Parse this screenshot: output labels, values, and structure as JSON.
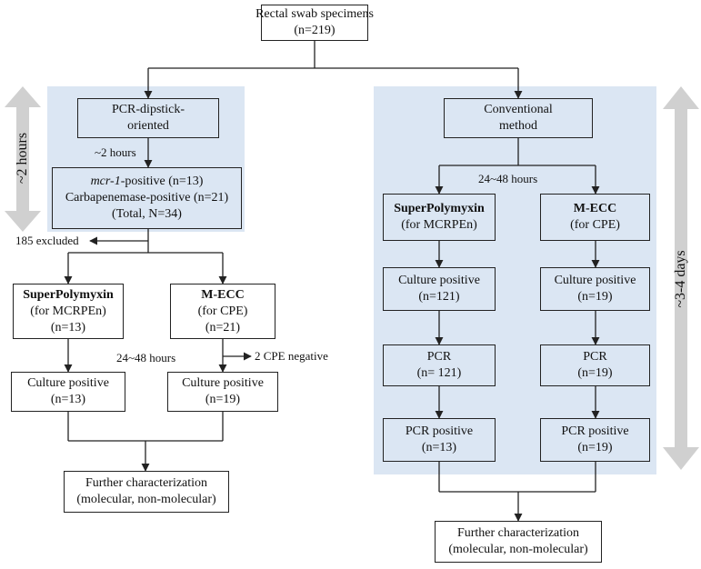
{
  "top": {
    "line1": "Rectal swab specimens",
    "line2": "(n=219)"
  },
  "left": {
    "time_side": "~2 hours",
    "pcr_dipstick": {
      "line1": "PCR-dipstick-",
      "line2": "oriented"
    },
    "time_2h": "~2 hours",
    "screen": {
      "mcr_italic": "mcr-1",
      "mcr_rest": "-positive (n=13)",
      "line2": "Carbapenemase-positive (n=21)",
      "line3": "(Total, N=34)"
    },
    "excluded": "185 excluded",
    "superpolymyxin": {
      "title": "SuperPolymyxin",
      "line2": "(for MCRPEn)",
      "line3": "(n=13)"
    },
    "mecc": {
      "title": "M-ECC",
      "line2": "(for CPE)",
      "line3": "(n=21)"
    },
    "time_24_48": "24~48 hours",
    "cpe_negative": "2 CPE negative",
    "culture_sp": {
      "line1": "Culture positive",
      "line2": "(n=13)"
    },
    "culture_mecc": {
      "line1": "Culture positive",
      "line2": "(n=19)"
    },
    "further": {
      "line1": "Further characterization",
      "line2": "(molecular, non-molecular)"
    }
  },
  "right": {
    "time_side": "~3-4 days",
    "conventional": {
      "line1": "Conventional",
      "line2": "method"
    },
    "time_24_48": "24~48 hours",
    "superpolymyxin": {
      "title": "SuperPolymyxin",
      "line2": "(for MCRPEn)"
    },
    "mecc": {
      "title": "M-ECC",
      "line2": "(for CPE)"
    },
    "culture_sp": {
      "line1": "Culture positive",
      "line2": "(n=121)"
    },
    "culture_mecc": {
      "line1": "Culture positive",
      "line2": "(n=19)"
    },
    "pcr_sp": {
      "line1": "PCR",
      "line2": "(n= 121)"
    },
    "pcr_mecc": {
      "line1": "PCR",
      "line2": "(n=19)"
    },
    "pcrpos_sp": {
      "line1": "PCR positive",
      "line2": "(n=13)"
    },
    "pcrpos_mecc": {
      "line1": "PCR positive",
      "line2": "(n=19)"
    },
    "further": {
      "line1": "Further characterization",
      "line2": "(molecular, non-molecular)"
    }
  },
  "colors": {
    "panel": "#dbe6f3",
    "side_arrow": "#d0d0d0",
    "line": "#222222"
  }
}
